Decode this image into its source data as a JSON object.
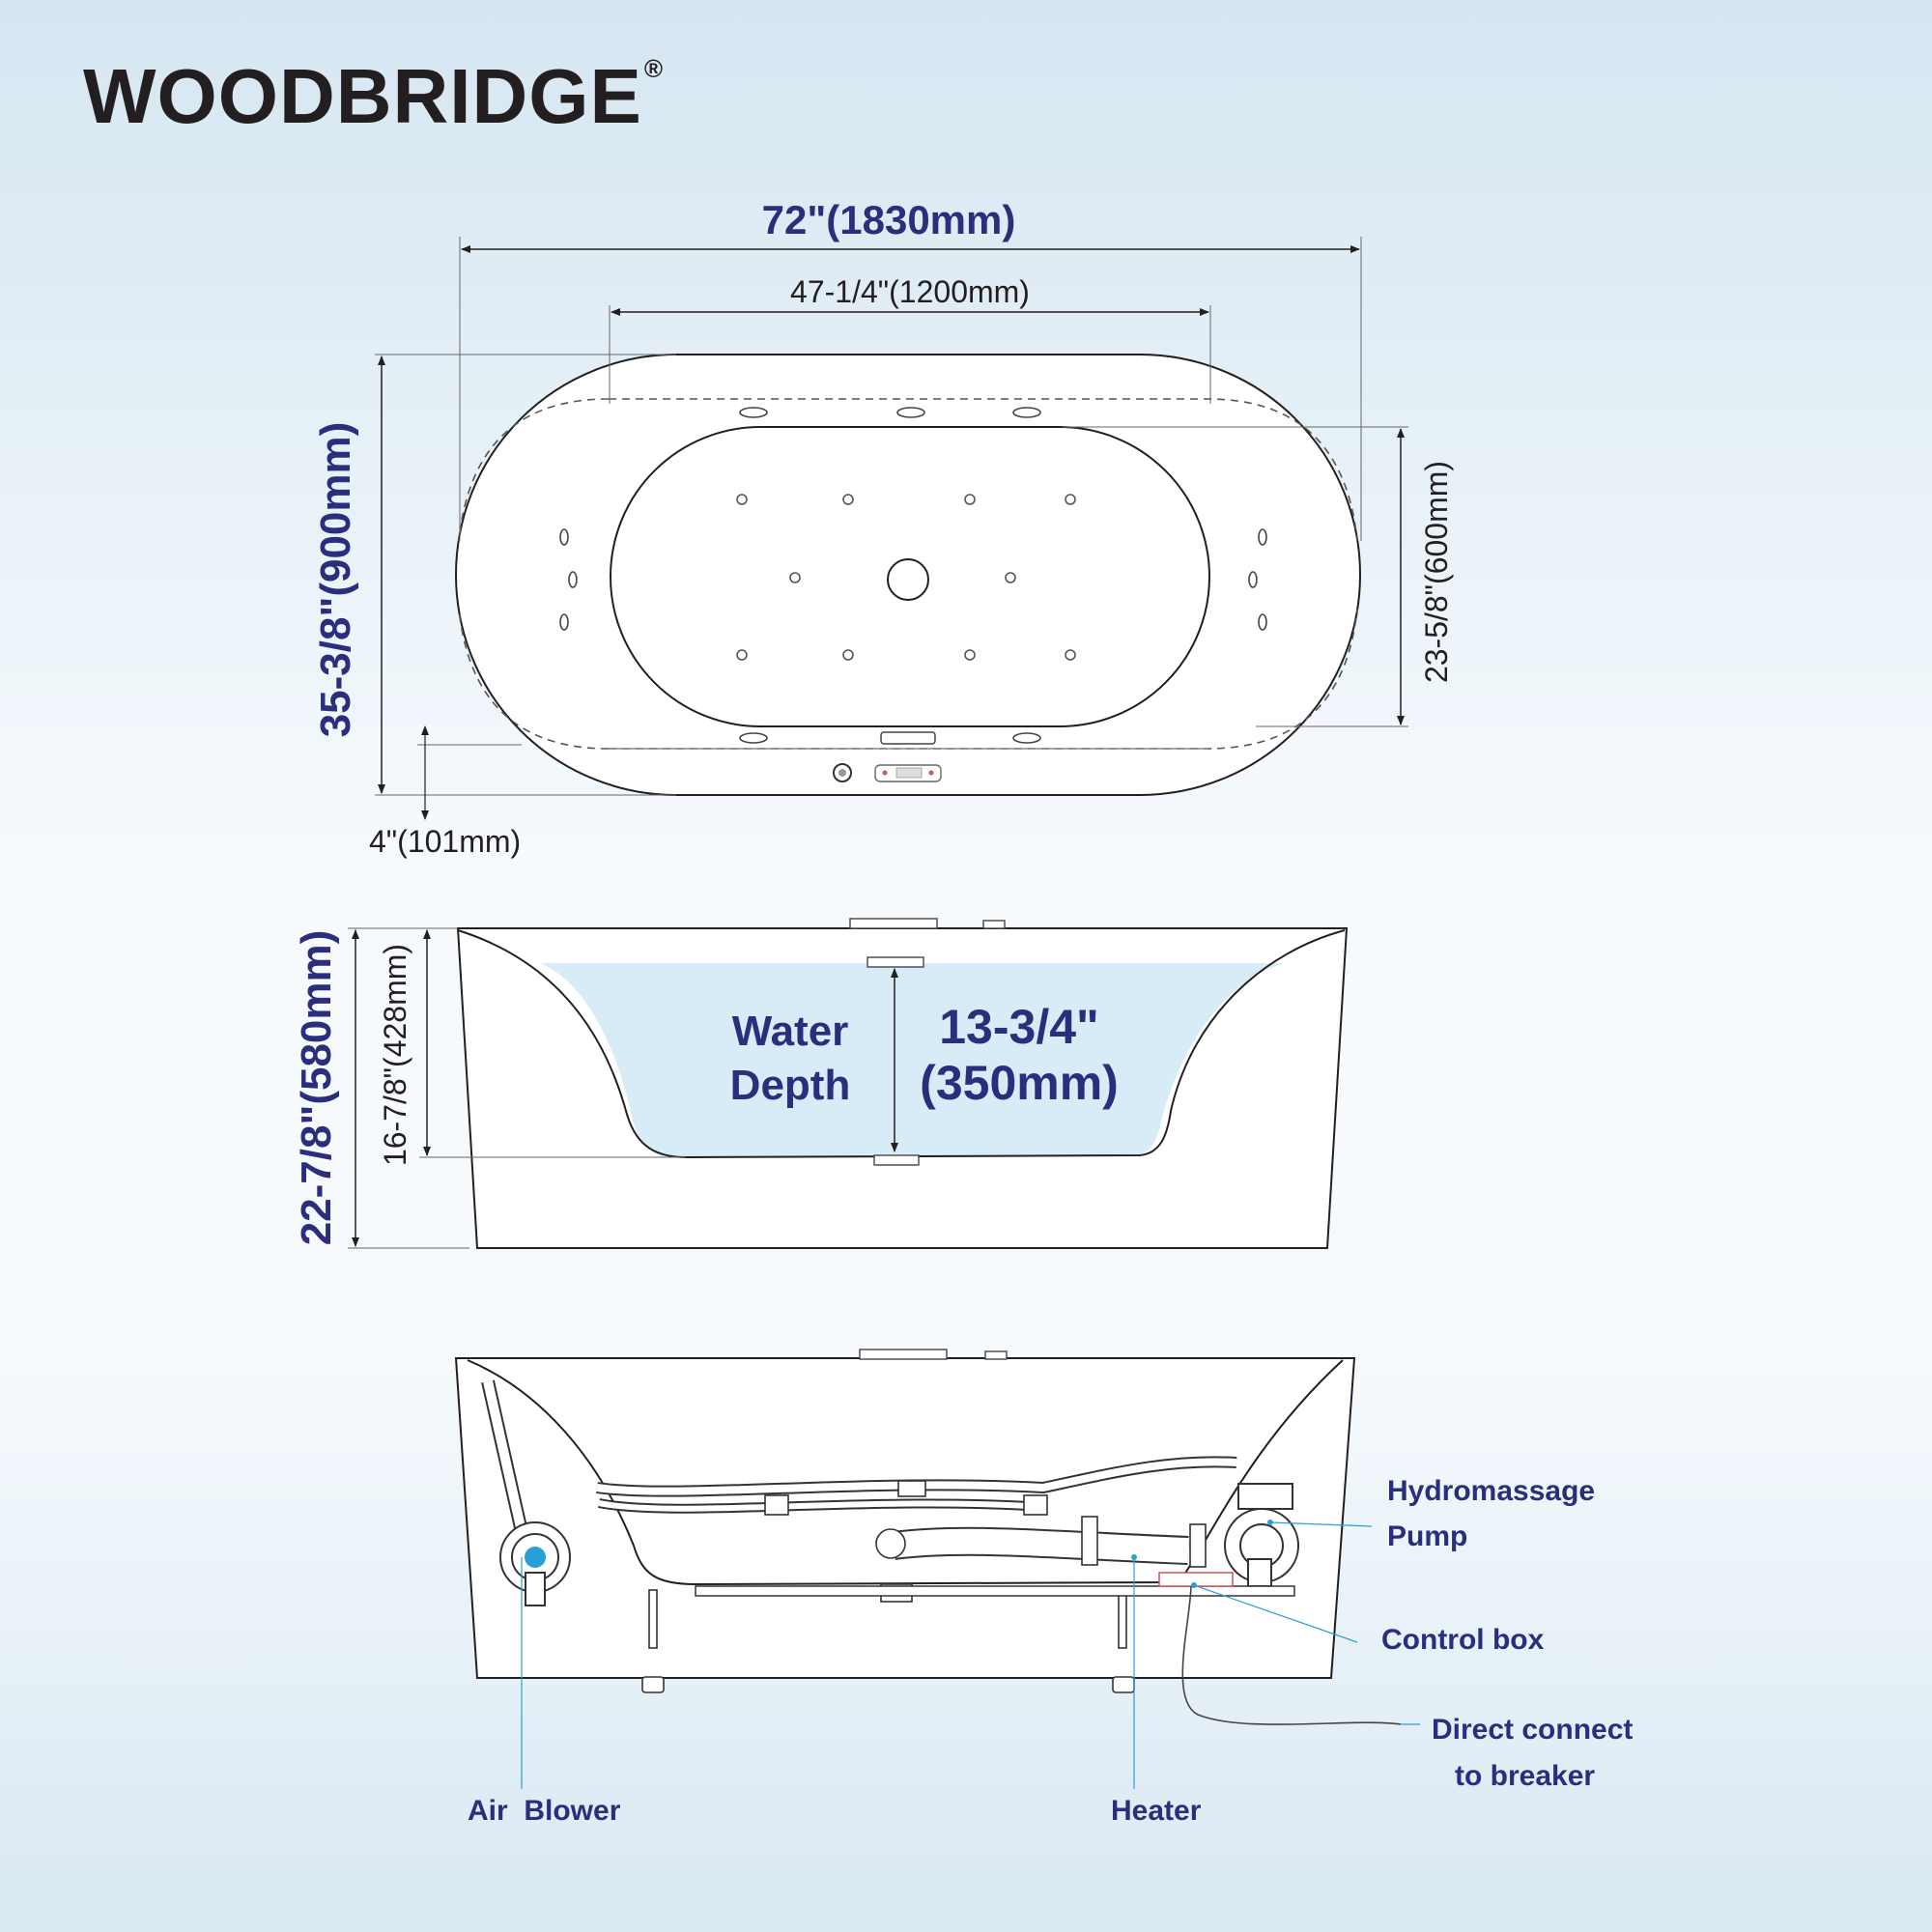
{
  "brand": {
    "name": "WOODBRIDGE",
    "registered": "®"
  },
  "top_view": {
    "overall_length": "72\"(1830mm)",
    "interior_length": "47-1/4\"(1200mm)",
    "overall_width": "35-3/8\"(900mm)",
    "interior_width": "23-5/8\"(600mm)",
    "rim_width": "4\"(101mm)"
  },
  "side_view": {
    "overall_height": "22-7/8\"(580mm)",
    "interior_depth": "16-7/8\"(428mm)",
    "water_label_line1": "Water",
    "water_label_line2": "Depth",
    "water_depth_line1": "13-3/4\"",
    "water_depth_line2": "(350mm)"
  },
  "components": {
    "pump_line1": "Hydromassage",
    "pump_line2": "Pump",
    "control_box": "Control box",
    "breaker_line1": "Direct connect",
    "breaker_line2": "to breaker",
    "air_blower": "Air  Blower",
    "heater": "Heater"
  },
  "colors": {
    "accent": "#2b2e7c",
    "line": "#231f20",
    "water": "#d7ecf6",
    "leader": "#2a9fd6"
  }
}
